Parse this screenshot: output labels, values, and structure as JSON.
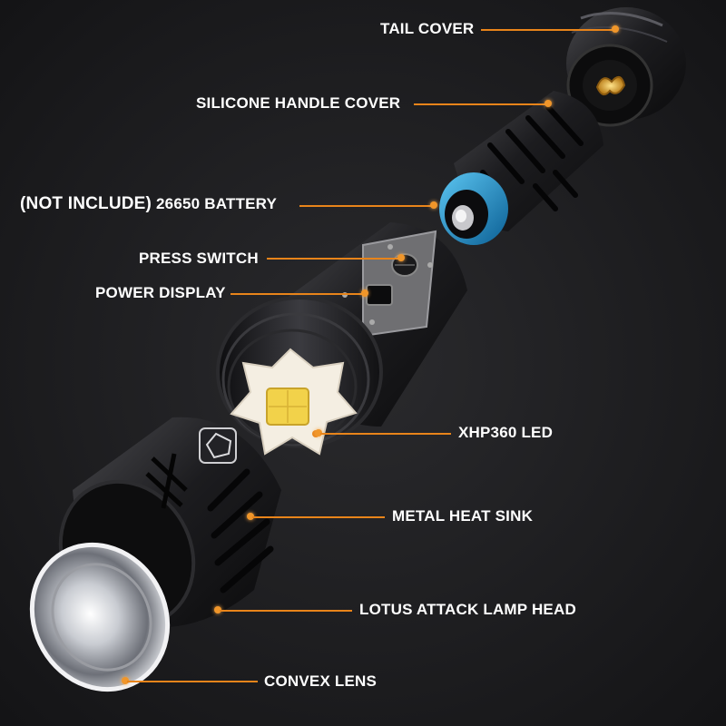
{
  "labels": {
    "tail_cover": "TAIL COVER",
    "silicone_handle_cover": "SILICONE HANDLE COVER",
    "battery_note": "(NOT INCLUDE)",
    "battery": "26650 BATTERY",
    "press_switch": "PRESS SWITCH",
    "power_display": "POWER DISPLAY",
    "led": "XHP360 LED",
    "heat_sink": "METAL HEAT SINK",
    "lamp_head": "LOTUS ATTACK LAMP HEAD",
    "lens": "CONVEX LENS"
  },
  "colors": {
    "background": "#1b1b1d",
    "leader_line": "#e8841a",
    "label_text": "#ffffff",
    "battery_ring": "#1a8fd0",
    "led_chip": "#f2d24a"
  }
}
